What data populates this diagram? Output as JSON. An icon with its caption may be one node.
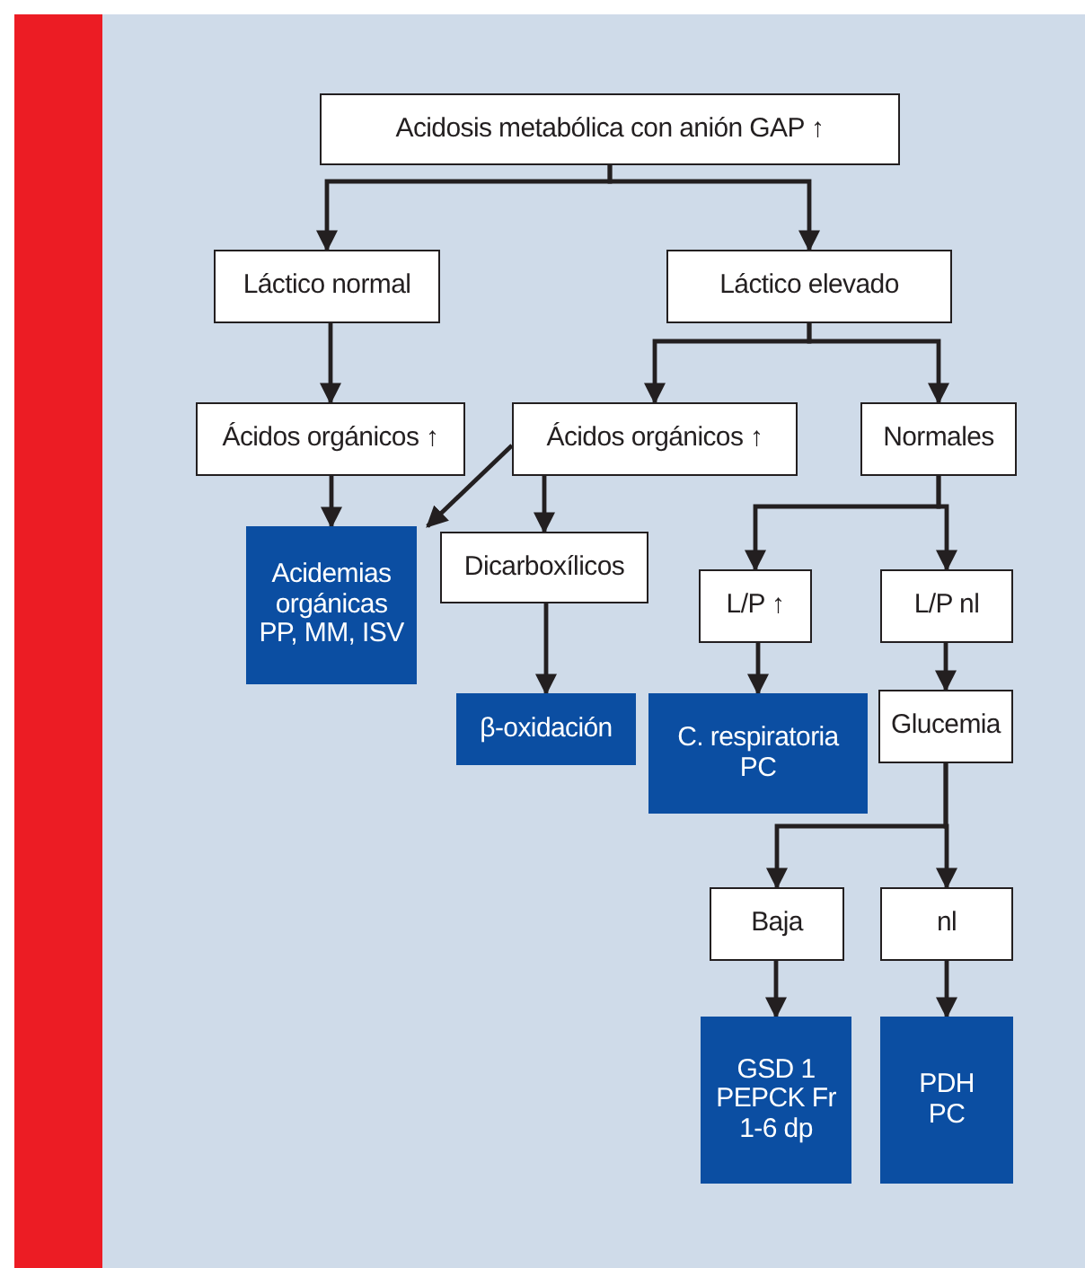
{
  "diagram": {
    "nodes": [
      {
        "text": [
          "Acidosis metabólica con anión GAP ↑"
        ]
      },
      {
        "text": [
          "Láctico normal"
        ]
      },
      {
        "text": [
          "Láctico elevado"
        ]
      },
      {
        "text": [
          "Ácidos orgánicos ↑"
        ]
      },
      {
        "text": [
          "Ácidos orgánicos ↑"
        ]
      },
      {
        "text": [
          "Normales"
        ]
      },
      {
        "text": [
          "Acidemias orgánicas PP, MM, ISV"
        ]
      },
      {
        "text": [
          "Dicarboxílicos"
        ]
      },
      {
        "text": [
          "β-oxidación"
        ]
      },
      {
        "text": [
          "L/P ↑"
        ]
      },
      {
        "text": [
          "L/P nl"
        ]
      },
      {
        "text": [
          "C. respiratoria PC"
        ]
      },
      {
        "text": [
          "Glucemia"
        ]
      },
      {
        "text": [
          "Baja"
        ]
      },
      {
        "text": [
          "nl"
        ]
      },
      {
        "text": [
          "GSD 1 PEPCK Fr 1-6 dp"
        ]
      },
      {
        "text": [
          "PDH PC"
        ]
      }
    ],
    "edges": [
      {
        "from": 0,
        "to": 1,
        "arrow": "to"
      },
      {
        "from": 0,
        "to": 2,
        "arrow": "to"
      },
      {
        "from": 1,
        "to": 3,
        "arrow": "to"
      },
      {
        "from": 2,
        "to": 4,
        "arrow": "to"
      },
      {
        "from": 2,
        "to": 5,
        "arrow": "to"
      },
      {
        "from": 3,
        "to": 6,
        "arrow": "to"
      },
      {
        "from": 4,
        "to": 6,
        "arrow": "to"
      },
      {
        "from": 4,
        "to": 7,
        "arrow": "to"
      },
      {
        "from": 5,
        "to": 9,
        "arrow": "to"
      },
      {
        "from": 5,
        "to": 10,
        "arrow": "to"
      },
      {
        "from": 7,
        "to": 8,
        "arrow": "to"
      },
      {
        "from": 9,
        "to": 11,
        "arrow": "to"
      },
      {
        "from": 10,
        "to": 12,
        "arrow": "to"
      },
      {
        "from": 12,
        "to": 13,
        "arrow": "to"
      },
      {
        "from": 12,
        "to": 14,
        "arrow": "to"
      },
      {
        "from": 13,
        "to": 15,
        "arrow": "to"
      },
      {
        "from": 14,
        "to": 16,
        "arrow": "to"
      }
    ]
  }
}
